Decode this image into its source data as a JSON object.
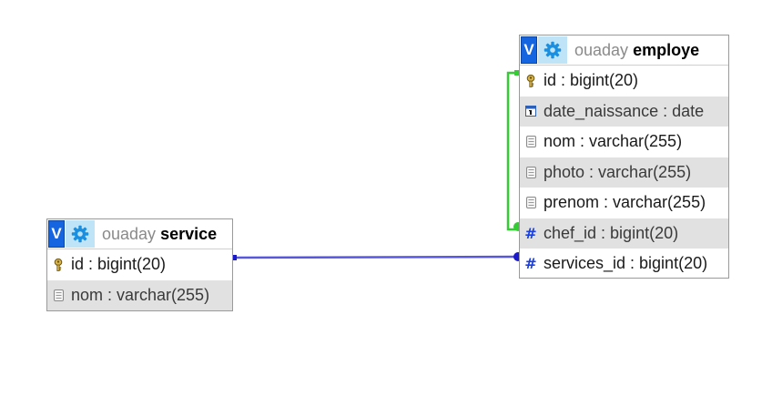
{
  "diagram": {
    "tables": [
      {
        "id": "service",
        "database": "ouaday",
        "name": "service",
        "columns": [
          {
            "label": "id : bigint(20)",
            "icon": "primary-key-icon"
          },
          {
            "label": "nom : varchar(255)",
            "icon": "text-column-icon"
          }
        ]
      },
      {
        "id": "employe",
        "database": "ouaday",
        "name": "employe",
        "columns": [
          {
            "label": "id : bigint(20)",
            "icon": "primary-key-icon"
          },
          {
            "label": "date_naissance : date",
            "icon": "date-column-icon"
          },
          {
            "label": "nom : varchar(255)",
            "icon": "text-column-icon"
          },
          {
            "label": "photo : varchar(255)",
            "icon": "text-column-icon"
          },
          {
            "label": "prenom : varchar(255)",
            "icon": "text-column-icon"
          },
          {
            "label": "chef_id : bigint(20)",
            "icon": "foreign-key-icon"
          },
          {
            "label": "services_id : bigint(20)",
            "icon": "foreign-key-icon"
          }
        ]
      }
    ],
    "relations": [
      {
        "from": "employe.chef_id",
        "to": "employe.id",
        "color": "#33cc33"
      },
      {
        "from": "employe.services_id",
        "to": "service.id",
        "color": "#2222cc"
      }
    ],
    "toggle_label": "V",
    "colors": {
      "toggle_blue": "#1565e0",
      "gear_bg": "#bfe3f7",
      "alt_row": "#e1e1e1",
      "self_relation": "#33cc33",
      "relation": "#2222cc"
    }
  }
}
